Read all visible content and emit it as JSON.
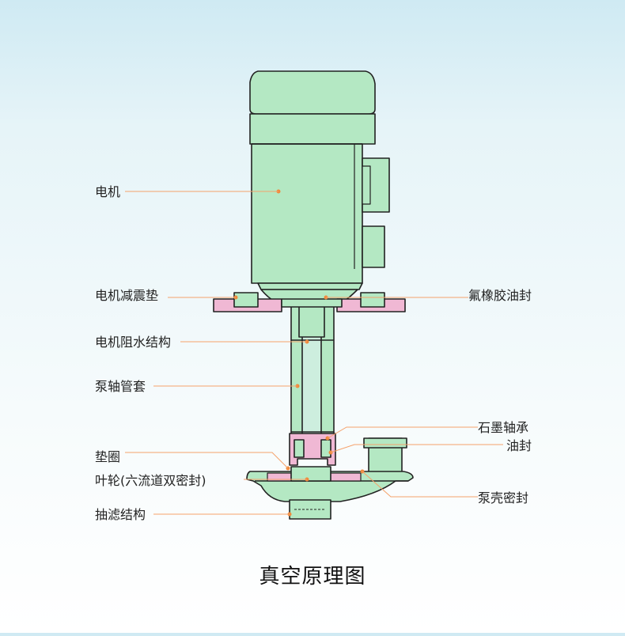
{
  "title": "真空原理图",
  "labels": {
    "motor": "电机",
    "motor_damper": "电机减震垫",
    "motor_waterproof": "电机阻水结构",
    "shaft_sleeve": "泵轴管套",
    "gasket": "垫圈",
    "impeller": "叶轮(六流道双密封)",
    "suction_filter": "抽滤结构",
    "fluoro_oil_seal": "氟橡胶油封",
    "graphite_bearing": "石墨轴承",
    "oil_seal": "油封",
    "casing_seal": "泵壳密封"
  },
  "colors": {
    "pump_green": "#b4e8c3",
    "seal_pink": "#f0b8d4",
    "leader_orange": "#f5a26b",
    "outline": "#222222"
  }
}
